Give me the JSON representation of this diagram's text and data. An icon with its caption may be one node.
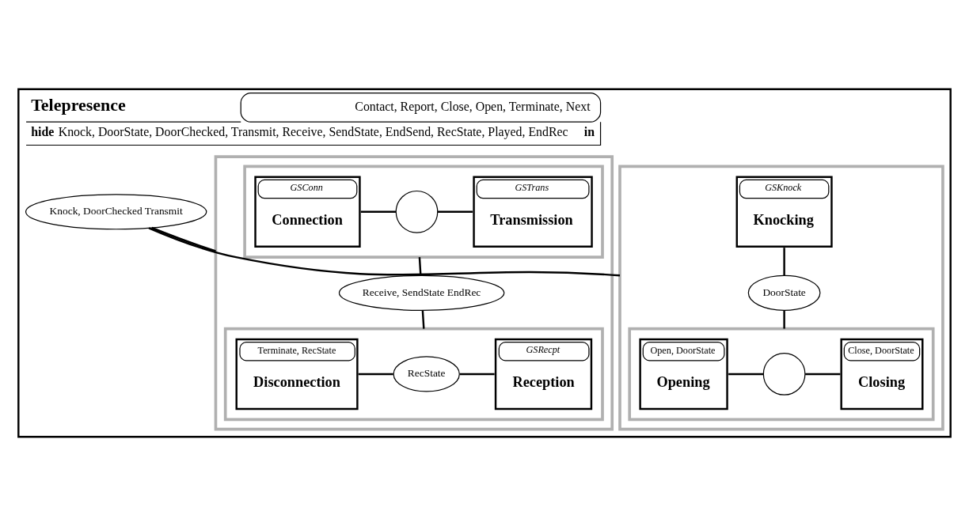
{
  "diagram": {
    "nodes": [
      {
        "text": [
          "Telepresence",
          "Contact, Report, Close, Open, Terminate, Next",
          "**hide** Knock, DoorState, DoorChecked, Transmit, Receive, SendState, EndSend, RecState, Played, EndRec **in**"
        ]
      },
      {
        "text": [],
        "shape": "box",
        "in": 0
      },
      {
        "text": [],
        "shape": "box",
        "in": 1
      },
      {
        "text": [
          "GSConn",
          "Connection"
        ],
        "in": 2
      },
      {
        "text": [],
        "shape": "circle",
        "in": 2
      },
      {
        "text": [
          "GSTrans",
          "Transmission"
        ],
        "in": 2
      },
      {
        "text": [
          "Receive, SendState EndRec"
        ],
        "in": 1
      },
      {
        "text": [],
        "shape": "box",
        "in": 1
      },
      {
        "text": [
          "Terminate, RecState",
          "Disconnection"
        ],
        "in": 7
      },
      {
        "text": [
          "RecState"
        ],
        "in": 7
      },
      {
        "text": [
          "GSRecpt",
          "Reception"
        ],
        "in": 7
      },
      {
        "text": [
          "Knock, DoorChecked Transmit"
        ],
        "in": 0
      },
      {
        "text": [],
        "shape": "box",
        "in": 0
      },
      {
        "text": [
          "GSKnock",
          "Knocking"
        ],
        "in": 12
      },
      {
        "text": [
          "DoorState"
        ],
        "in": 12
      },
      {
        "text": [],
        "shape": "box",
        "in": 12
      },
      {
        "text": [
          "Open, DoorState",
          "Opening"
        ],
        "in": 15
      },
      {
        "text": [],
        "shape": "circle",
        "in": 15
      },
      {
        "text": [
          "Close, DoorState",
          "Closing"
        ],
        "in": 15
      }
    ],
    "edges": [
      {
        "from": 3,
        "to": 4,
        "arrow": "none"
      },
      {
        "from": 4,
        "to": 5,
        "arrow": "none"
      },
      {
        "from": 2,
        "to": 6,
        "arrow": "none"
      },
      {
        "from": 6,
        "to": 7,
        "arrow": "none"
      },
      {
        "from": 1,
        "to": 11,
        "arrow": "none"
      },
      {
        "from": 11,
        "to": 12,
        "arrow": "none"
      },
      {
        "from": 8,
        "to": 9,
        "arrow": "none"
      },
      {
        "from": 9,
        "to": 10,
        "arrow": "none"
      },
      {
        "from": 13,
        "to": 14,
        "arrow": "none"
      },
      {
        "from": 14,
        "to": 15,
        "arrow": "none"
      },
      {
        "from": 16,
        "to": 17,
        "arrow": "none"
      },
      {
        "from": 17,
        "to": 18,
        "arrow": "none"
      }
    ]
  }
}
